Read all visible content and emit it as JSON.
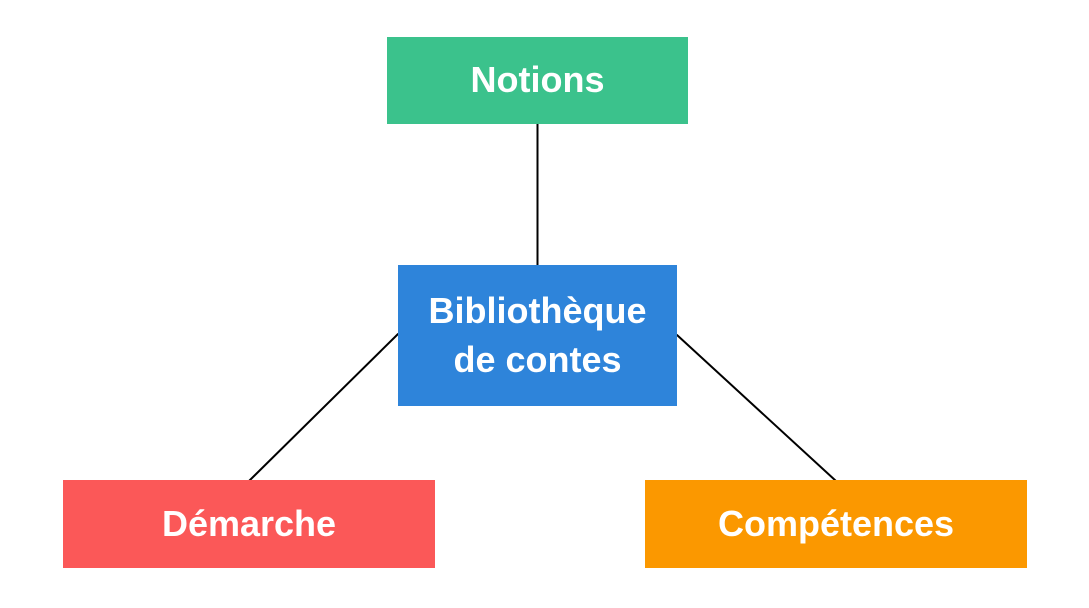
{
  "diagram": {
    "background": "#ffffff",
    "text_color": "#ffffff",
    "connector_color": "#000000",
    "nodes": [
      {
        "id": "notions",
        "label": "Notions",
        "color": "#3bc28c"
      },
      {
        "id": "bibliotheque-de-contes",
        "label": "Bibliothèque de contes",
        "color": "#2e84da"
      },
      {
        "id": "demarche",
        "label": "Démarche",
        "color": "#fb5858"
      },
      {
        "id": "competences",
        "label": "Compétences",
        "color": "#fb9800"
      }
    ],
    "edges": [
      {
        "from": "notions",
        "to": "bibliotheque-de-contes"
      },
      {
        "from": "bibliotheque-de-contes",
        "to": "demarche"
      },
      {
        "from": "bibliotheque-de-contes",
        "to": "competences"
      }
    ]
  }
}
